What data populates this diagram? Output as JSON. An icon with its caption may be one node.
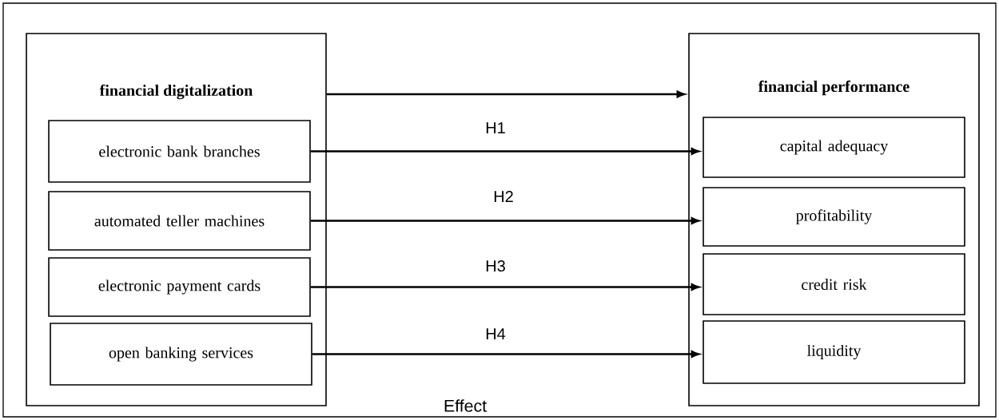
{
  "diagram": {
    "nodes": [
      {
        "text": [
          "financial digitalization"
        ]
      },
      {
        "text": [
          "electronic bank branches"
        ],
        "in": 0
      },
      {
        "text": [
          "automated teller machines"
        ],
        "in": 0
      },
      {
        "text": [
          "electronic payment cards"
        ],
        "in": 0
      },
      {
        "text": [
          "open banking services"
        ],
        "in": 0
      },
      {
        "text": [
          "financial performance"
        ]
      },
      {
        "text": [
          "capital adequacy"
        ],
        "in": 5
      },
      {
        "text": [
          "profitability"
        ],
        "in": 5
      },
      {
        "text": [
          "credit risk"
        ],
        "in": 5
      },
      {
        "text": [
          "liquidity"
        ],
        "in": 5
      }
    ],
    "edges": [
      {
        "from": 0,
        "to": 5,
        "arrow": "to"
      },
      {
        "from": 1,
        "to": 6,
        "arrow": "to",
        "label": "H1"
      },
      {
        "from": 2,
        "to": 7,
        "arrow": "to",
        "label": "H2"
      },
      {
        "from": 3,
        "to": 8,
        "arrow": "to",
        "label": "H3"
      },
      {
        "from": 4,
        "to": 9,
        "arrow": "to",
        "label": "H4"
      }
    ],
    "labels": [
      "Effect"
    ]
  }
}
